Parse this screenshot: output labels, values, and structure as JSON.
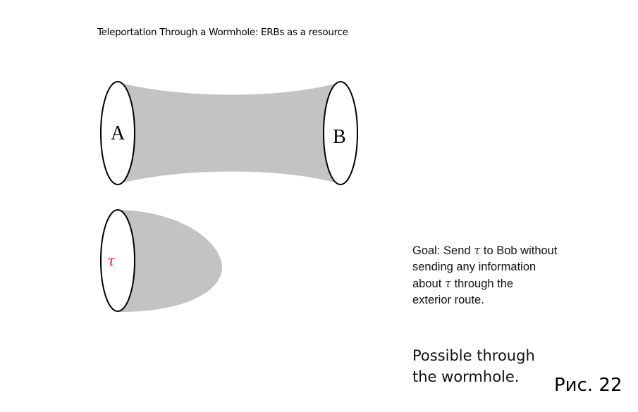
{
  "title": "Teleportation Through a Wormhole: ERBs as a resource",
  "diagram": {
    "label_a": "A",
    "label_b": "B",
    "label_tau": "τ",
    "tau_color": "#e0101e",
    "surface_color": "#c3c3c3"
  },
  "goal": {
    "line1_prefix": "Goal: Send ",
    "tau": "τ",
    "line1_suffix": " to Bob without",
    "line2": "sending any information",
    "line3_prefix": "about ",
    "line3_suffix": " through the",
    "line4": "exterior route."
  },
  "conclusion": {
    "line1": "Possible through",
    "line2": "the wormhole."
  },
  "figure_label": "Рис. 22"
}
